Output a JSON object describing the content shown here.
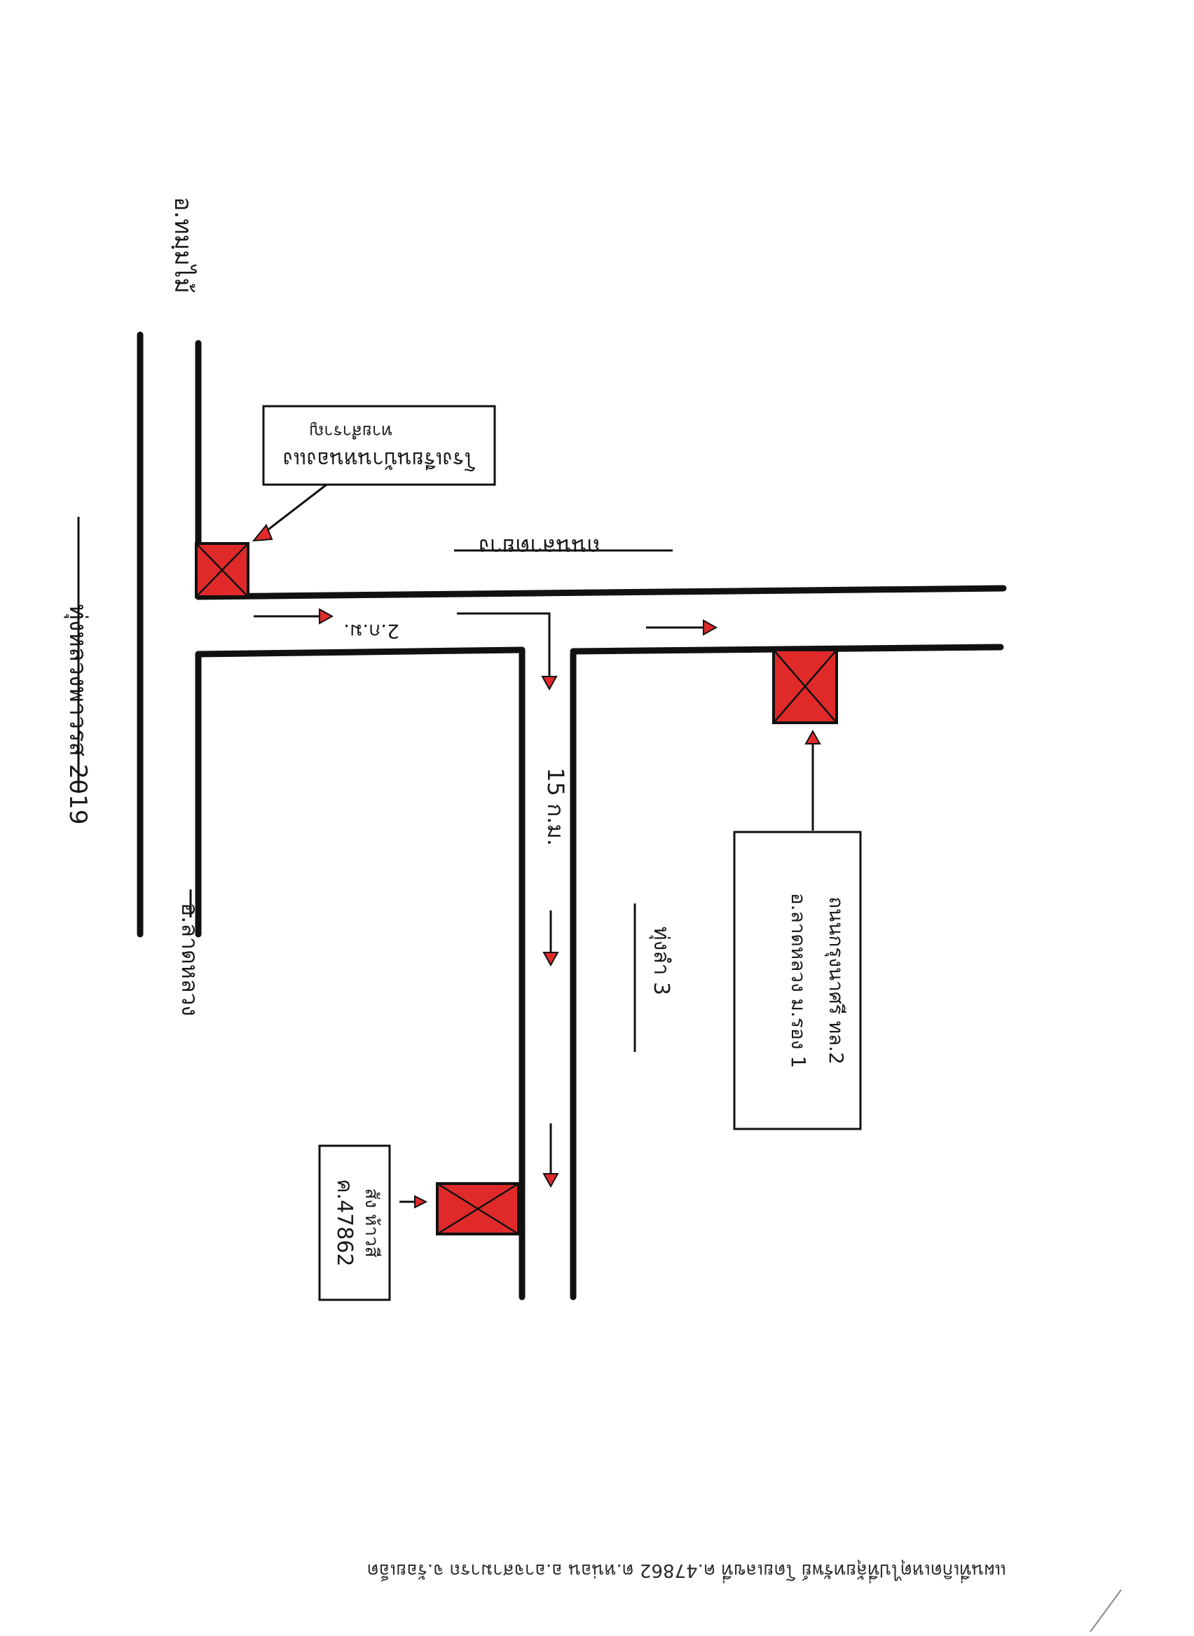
{
  "map": {
    "west_label": "ทุ่งหลวงพาวรส 2019",
    "north_end_road": "อ.ทมฺมไม้",
    "corner_shop_line1": "โรงเรียนบ้านหนองแง",
    "corner_shop_line2": "ทายสำราญ",
    "east_road_name": "ถนนลาดยาง",
    "junction_label": "2.ก.ม.",
    "south_road_label": "15 ก.ม.",
    "west_road_label": "อ.ลาดหลวง",
    "middle_label": "ทุ่งลำ 3",
    "se_note_line1": "ถนนกรุงนาศรี ทล.2",
    "se_note_line2": "อ.ลาดหลวง ม.รอง 1",
    "vehicle_line1": "สัง ห้าวสี",
    "vehicle_line2": "ค.47862",
    "footer_text": "แผนที่เกิดเหตุไปที่ลุ้ยทรัพย์ โดยเลขที่ ค.47862 ต.หน่อน อ.อาจสามารถ จ.ร้อยเอ็ด"
  }
}
